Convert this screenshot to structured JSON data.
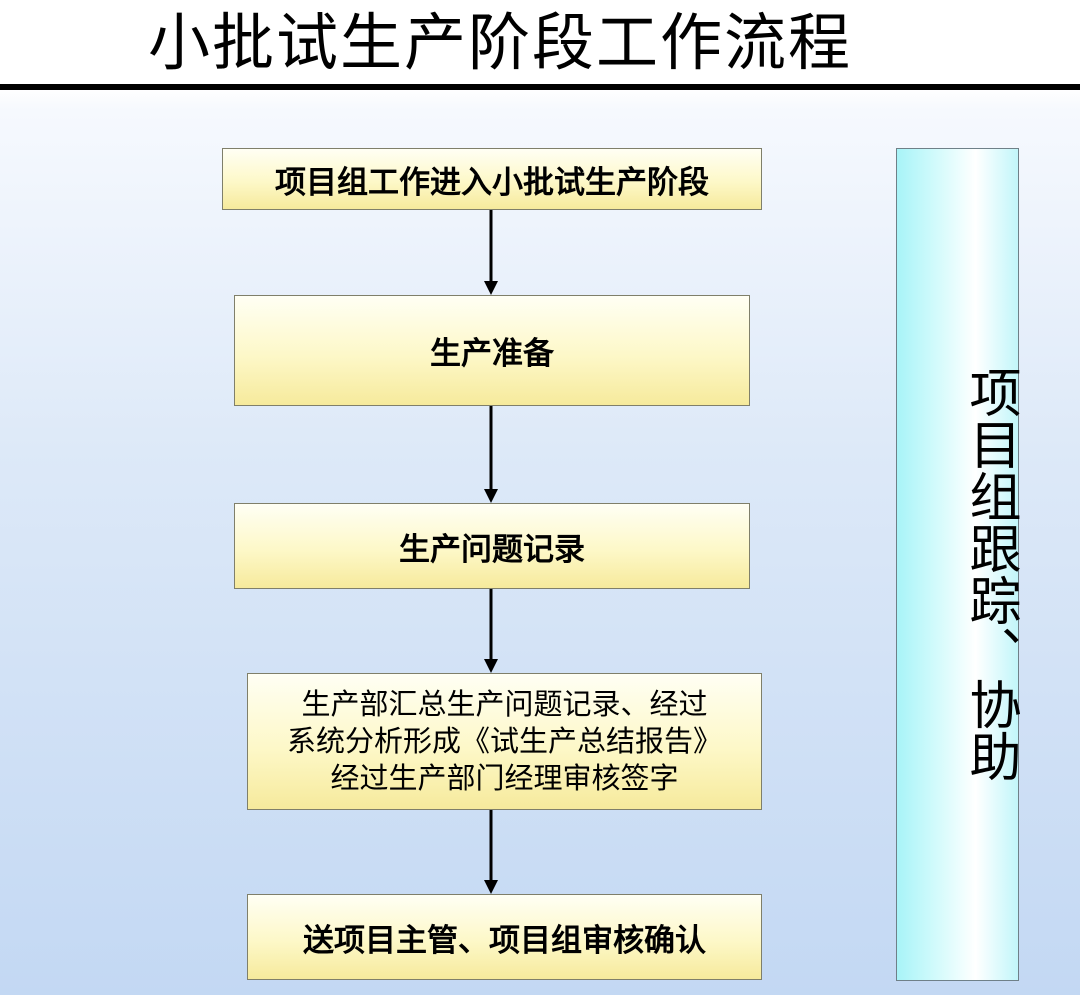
{
  "title": "小批试生产阶段工作流程",
  "steps": [
    {
      "lines": [
        "项目组工作进入小批试生产阶段"
      ]
    },
    {
      "lines": [
        "生产准备"
      ]
    },
    {
      "lines": [
        "生产问题记录"
      ]
    },
    {
      "lines": [
        "生产部汇总生产问题记录、经过",
        "系统分析形成《试生产总结报告》",
        "经过生产部门经理审核签字"
      ]
    },
    {
      "lines": [
        "送项目主管、项目组审核确认"
      ]
    }
  ],
  "side_label": "项目组跟踪、协助"
}
